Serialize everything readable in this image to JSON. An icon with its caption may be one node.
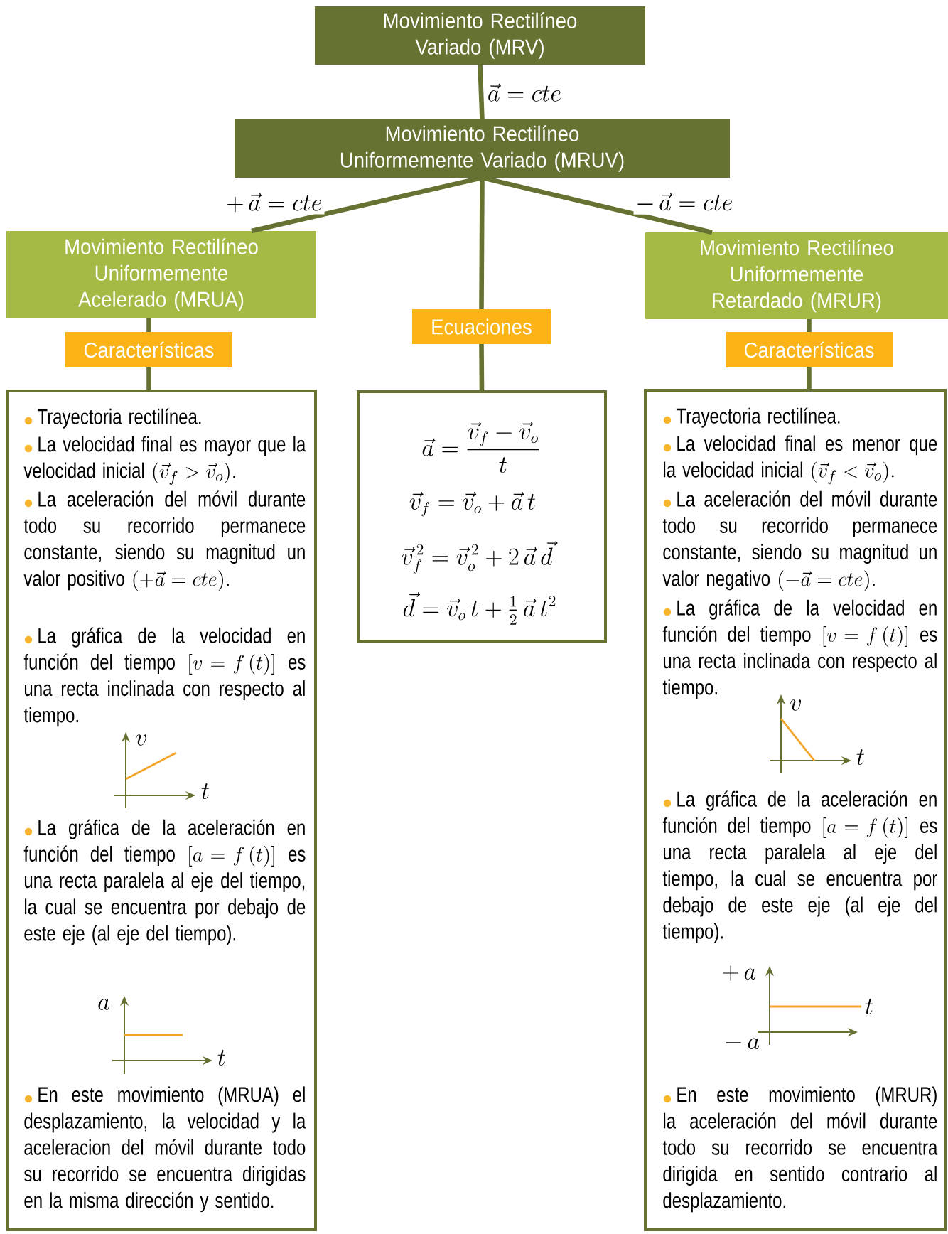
{
  "diagram": {
    "nodes": [
      {
        "text": [
          "Movimiento Rectilíneo Variado (MRV)"
        ]
      },
      {
        "text": [
          "Movimiento Rectilíneo Uniformemente Variado (MRUV)"
        ]
      },
      {
        "text": [
          "Movimiento Rectilíneo Uniformemente Acelerado (MRUA)"
        ]
      },
      {
        "text": [
          "Ecuaciones"
        ]
      },
      {
        "text": [
          "Movimiento Rectilíneo Uniformemente Retardado (MRUR)"
        ]
      },
      {
        "text": [
          "Características"
        ]
      },
      {
        "text": [
          "Características"
        ]
      },
      {
        "text": [
          "Trayectoria rectilínea.",
          "La velocidad final es mayor que la velocidad inicial",
          "(\\vec{v}_f > \\vec{v}_o).",
          "La aceleración del móvil durante todo su recorrido permanece constante, siendo su magnitud un valor positivo",
          "(+\\vec{a} = cte).",
          "La gráfica de la velocidad en función del tiempo",
          "[v = f\\,(t)]",
          "es una recta inclinada con respecto al tiempo.",
          "La gráfica de la aceleración en función del tiempo",
          "[a = f\\,(t)]",
          "es una recta paralela al eje del tiempo, la cual se encuentra por debajo de este eje (al eje del tiempo).",
          "En este movimiento (MRUA) el desplazamiento, la velocidad y la aceleracion del móvil durante todo su recorrido se encuentra dirigidas en la misma dirección y sentido."
        ]
      },
      {
        "text": [
          "\\vec{a} = \\frac{\\vec{v}_f - \\vec{v}_o}{t}",
          "\\vec{v}_f = \\vec{v}_o + \\vec{a}\\,t",
          "\\vec{v}_f^{\\,2} = \\vec{v}_o^{\\,2} + 2\\,\\vec{a}\\,\\vec{d}",
          "\\vec{d} = \\vec{v}_o\\,t + \\tfrac{1}{2}\\,\\vec{a}\\,t^2"
        ]
      },
      {
        "text": [
          "Trayectoria rectilínea.",
          "La velocidad final es menor que la velocidad inicial",
          "(\\vec{v}_f < \\vec{v}_o).",
          "La aceleración del móvil durante todo su recorrido permanece constante, siendo su magnitud un valor negativo",
          "(-\\vec{a} = cte).",
          "La gráfica de la velocidad en función del tiempo",
          "[v = f\\,(t)]",
          "es una recta inclinada con respecto al tiempo.",
          "La gráfica de la aceleración en función del tiempo",
          "[a = f\\,(t)]",
          "es una recta paralela al eje del tiempo, la cual se encuentra por debajo de este eje (al eje del tiempo).",
          "En este movimiento (MRUR) la aceleración del móvil durante todo su recorrido se encuentra dirigida en sentido contrario al desplazamiento."
        ]
      }
    ],
    "edges": [
      {
        "from": 0,
        "to": 1,
        "arrow": "none",
        "label": "\\vec{a} = cte"
      },
      {
        "from": 1,
        "to": 2,
        "arrow": "none",
        "label": "+\\,\\vec{a} = cte"
      },
      {
        "from": 1,
        "to": 3,
        "arrow": "none"
      },
      {
        "from": 1,
        "to": 4,
        "arrow": "none",
        "label": "-\\,\\vec{a} = cte"
      },
      {
        "from": 2,
        "to": 5,
        "arrow": "none"
      },
      {
        "from": 5,
        "to": 7,
        "arrow": "none"
      },
      {
        "from": 3,
        "to": 8,
        "arrow": "none"
      },
      {
        "from": 4,
        "to": 6,
        "arrow": "none"
      },
      {
        "from": 6,
        "to": 9,
        "arrow": "none"
      }
    ],
    "labels": [
      "v",
      "t",
      "a",
      "t",
      "v",
      "t",
      "+\\,a",
      "t",
      "-\\,a"
    ]
  }
}
